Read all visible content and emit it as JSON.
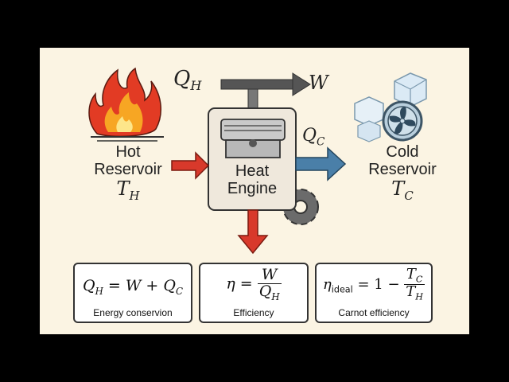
{
  "hot_reservoir": {
    "label_line1": "Hot",
    "label_line2": "Reservoir",
    "symbol": "T",
    "symbol_sub": "H"
  },
  "cold_reservoir": {
    "label_line1": "Cold",
    "label_line2": "Reservoir",
    "symbol": "T",
    "symbol_sub": "C"
  },
  "engine": {
    "label_line1": "Heat",
    "label_line2": "Engine"
  },
  "flows": {
    "heat_in": {
      "symbol": "Q",
      "sub": "H"
    },
    "work_out": {
      "symbol": "W"
    },
    "heat_out": {
      "symbol": "Q",
      "sub": "C"
    }
  },
  "equations": [
    {
      "caption": "Energy conservion",
      "lhs": "Q",
      "lhs_sub": "H",
      "eq": " = ",
      "w": "W",
      "plus": " + ",
      "qc": "Q",
      "qc_sub": "C"
    },
    {
      "caption": "Efficiency",
      "lhs": "η",
      "eq": " = ",
      "num": "W",
      "den": "Q",
      "den_sub": "H"
    },
    {
      "caption": "Carnot efficiency",
      "lhs": "η",
      "lhs_sub": "ideal",
      "eq": " = 1 − ",
      "num": "T",
      "num_sub": "C",
      "den": "T",
      "den_sub": "H"
    }
  ],
  "colors": {
    "background": "#fbf4e3",
    "heat_in_arrow": "#d8392b",
    "heat_out_arrow": "#4a7fa8",
    "exhaust_arrow": "#d8392b",
    "work_arrow": "#555555"
  },
  "icons": [
    "flame-icon",
    "ice-cubes-icon",
    "fan-icon",
    "piston-icon",
    "gear-icon"
  ]
}
